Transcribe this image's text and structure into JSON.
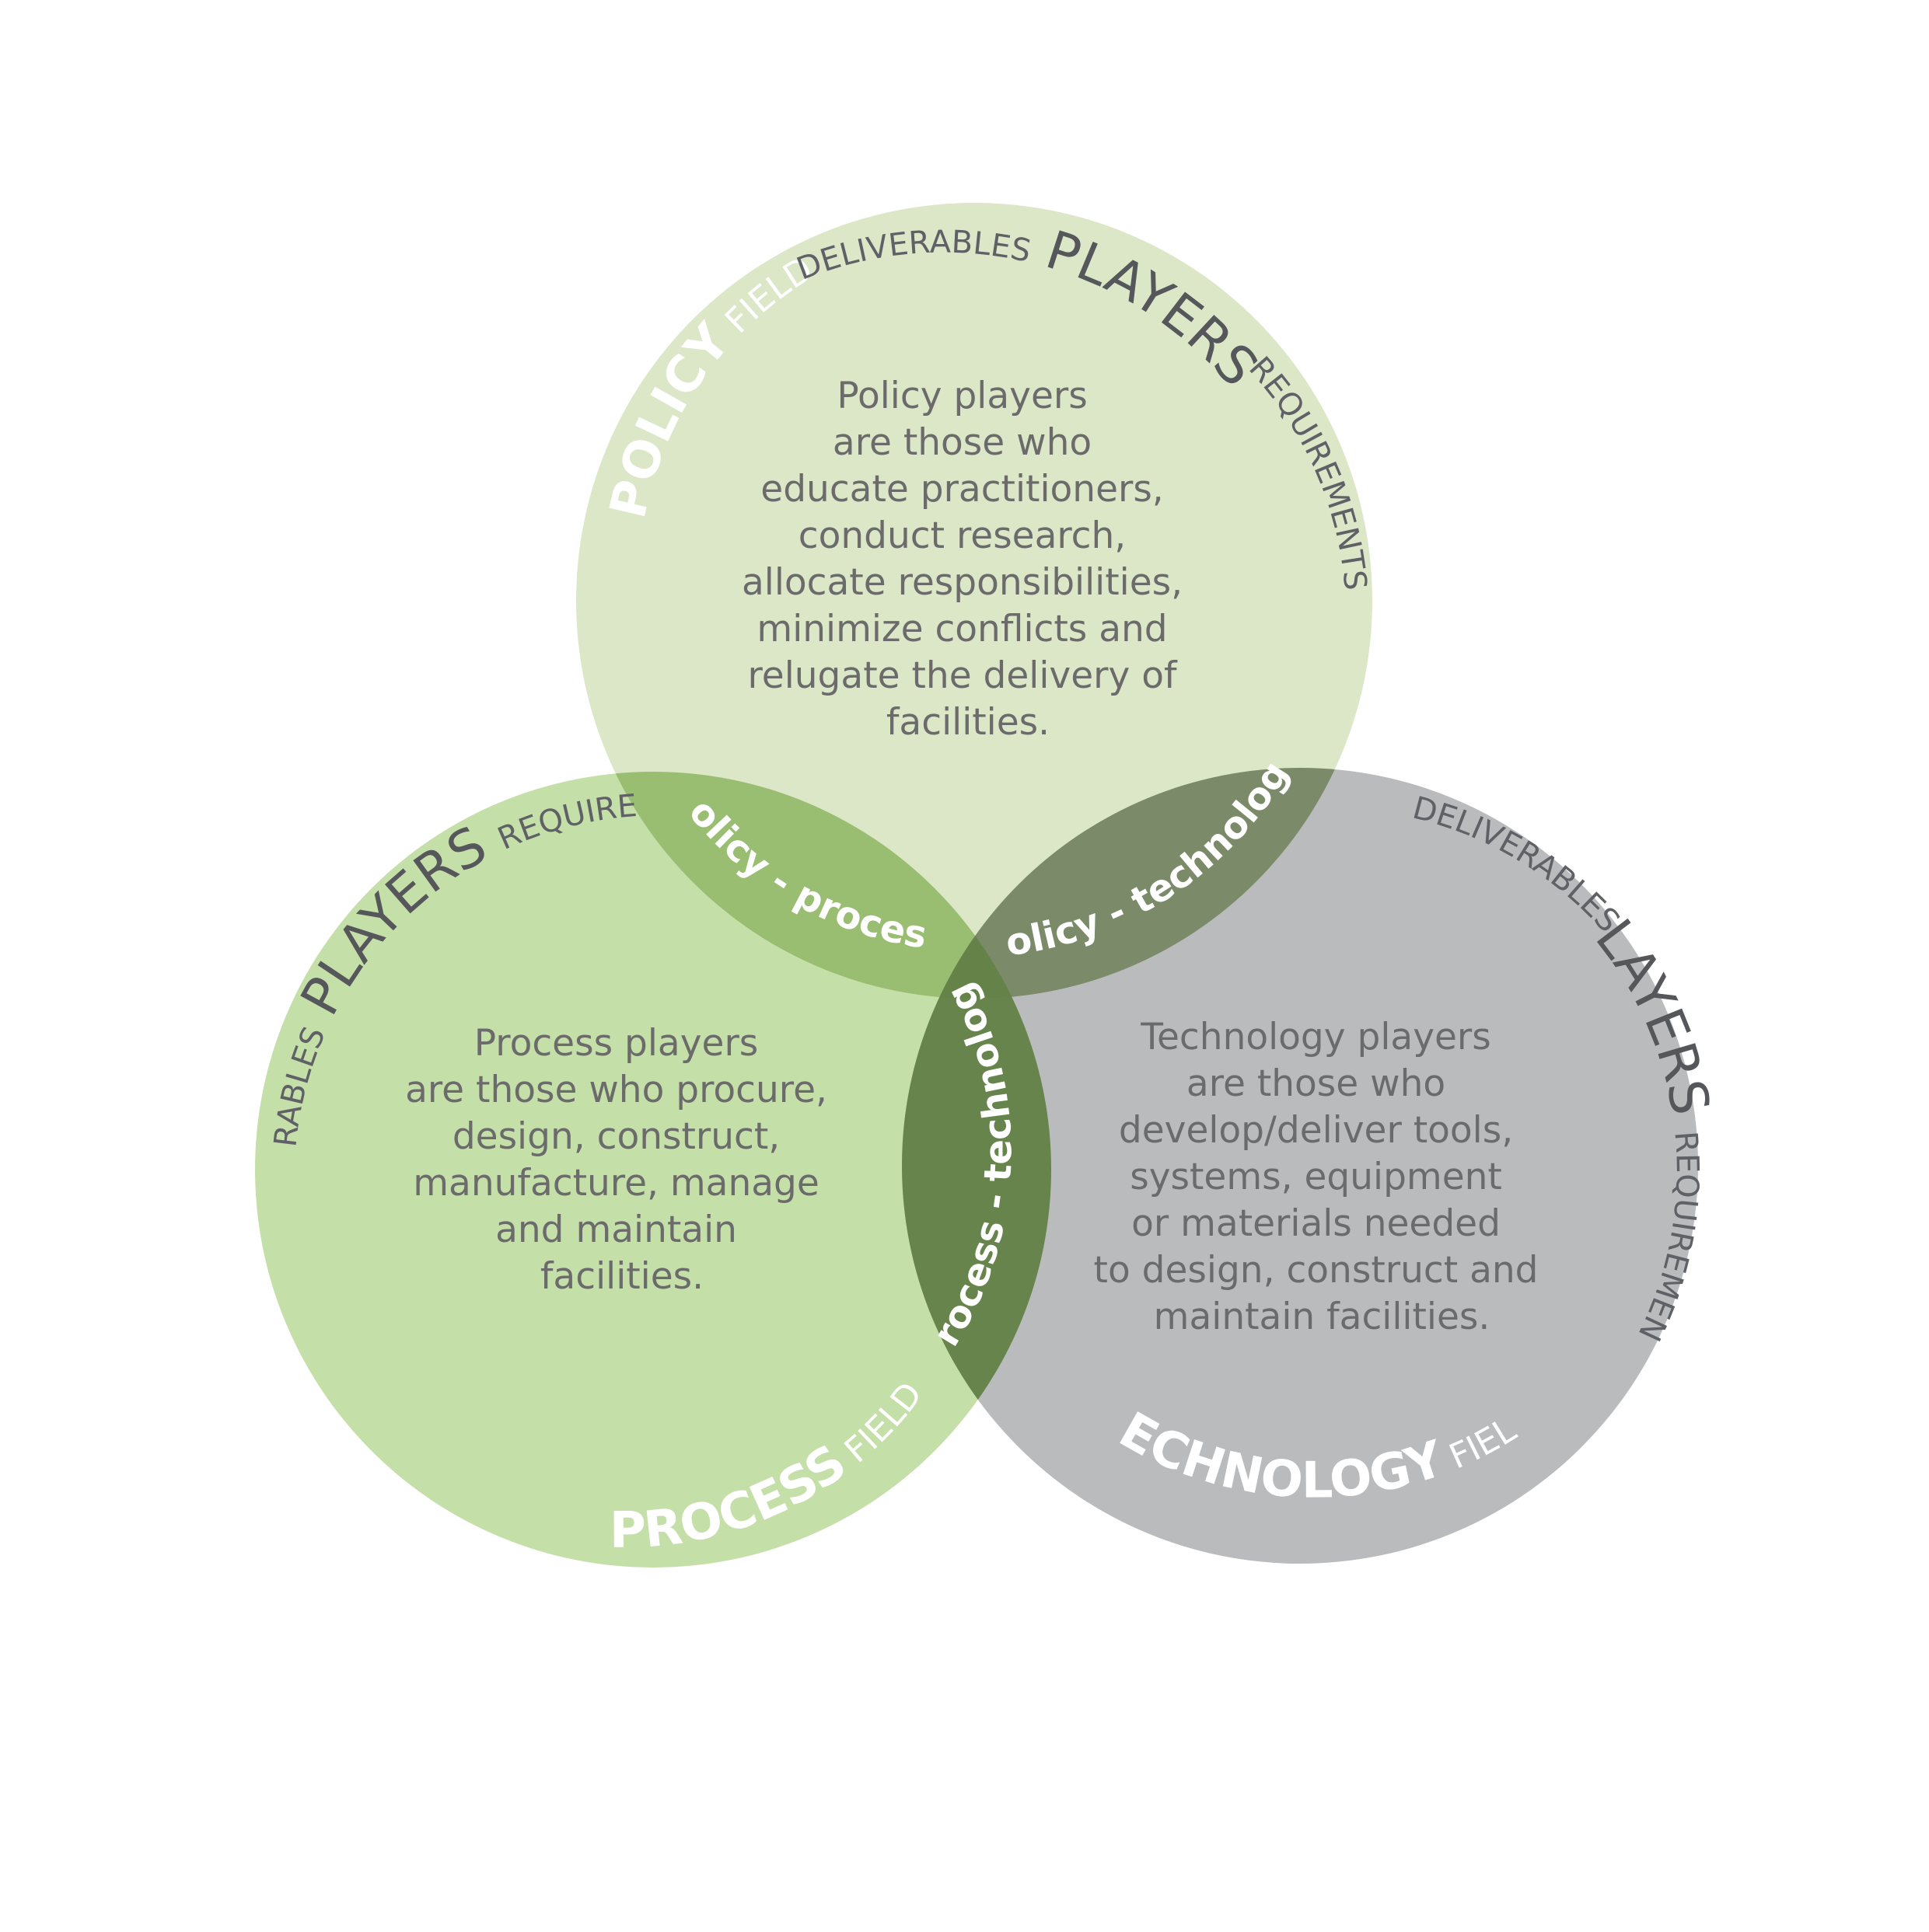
{
  "policy": {
    "field_word": "POLICY",
    "field_suffix": "FIELD",
    "deliverables": "DELIVERABLES",
    "players": "PLAYERS",
    "requirements": "REQUIREMENTS",
    "description": [
      "Policy players",
      "are those who",
      "educate practitioners,",
      "conduct research,",
      "allocate responsibilities,",
      "minimize conflicts and",
      "relugate the delivery of",
      "facilities."
    ],
    "color": "#d8e4c2"
  },
  "process": {
    "field_word": "PROCESS",
    "field_suffix": "FIELD",
    "deliverables": "DELIVERABLES",
    "players": "PLAYERS",
    "requirements": "REQUIREMENTS",
    "description": [
      "Process players",
      "are those who procure,",
      "design, construct,",
      "manufacture, manage",
      "and maintain",
      "facilities."
    ],
    "color": "#bfdc9e"
  },
  "technology": {
    "field_word": "TECHNOLOGY",
    "field_suffix": "FIELD",
    "deliverables": "DELIVERABLES",
    "players": "PLAYERS",
    "requirements": "REQUIREMENTS",
    "description": [
      "Technology players",
      "are those who",
      "develop/deliver tools,",
      "systems, equipment",
      "or materials needed",
      "to design, construct and",
      "maintain facilities."
    ],
    "color": "#b1b2b4"
  },
  "overlaps": {
    "policy_process": "policy - process",
    "policy_technology": "policy - technology",
    "process_technology": "process - technology"
  }
}
